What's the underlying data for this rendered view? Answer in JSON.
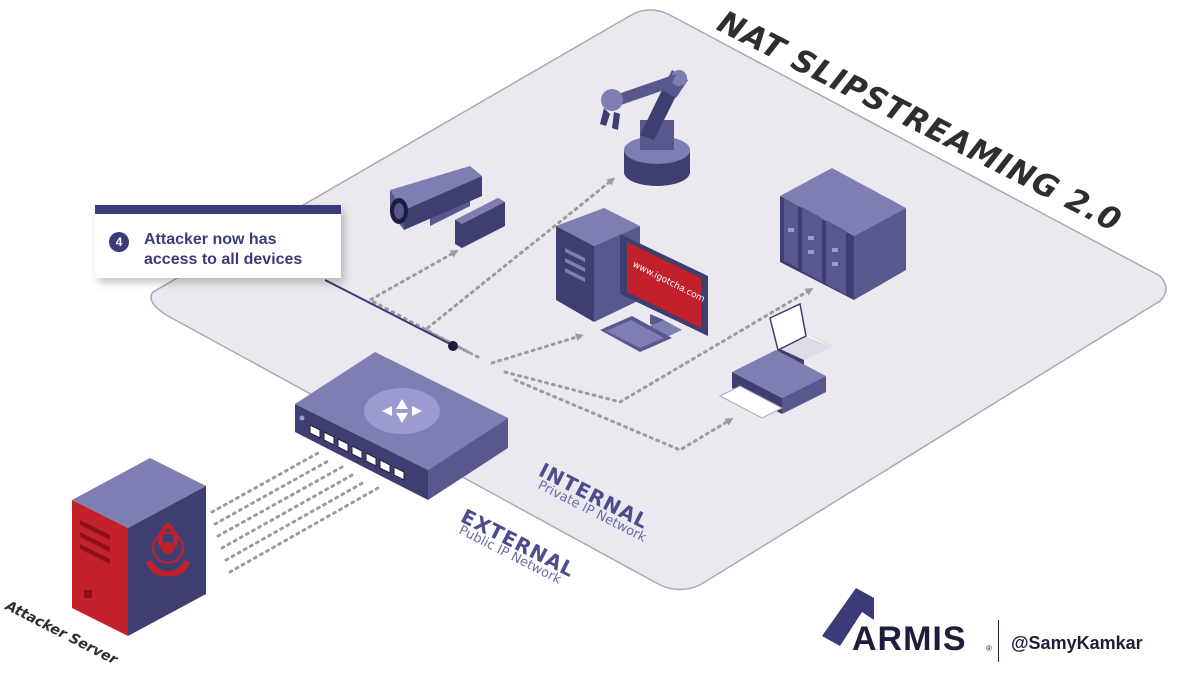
{
  "title": "NAT SLIPSTREAMING 2.0",
  "callout": {
    "number": "4",
    "text": "Attacker now has access to all devices"
  },
  "zones": {
    "internal_title": "INTERNAL",
    "internal_subtitle": "Private IP Network",
    "external_title": "EXTERNAL",
    "external_subtitle": "Public IP Network"
  },
  "attacker_label": "Attacker Server",
  "monitor_text": "www.igotcha.com",
  "brand": {
    "name": "ARMIS",
    "registered": "®",
    "handle": "@SamyKamkar"
  },
  "colors": {
    "platform": "#e9e9ef",
    "platform_edge": "#a9a9b9",
    "device_dark": "#3e3e70",
    "device_mid": "#58588e",
    "device_light": "#7e7eb2",
    "router_top": "#7e7eb2",
    "attacker_red": "#c2202a",
    "connection_dots": "#9c9c9c",
    "label_navy": "#3b3b7a",
    "brand_navy": "#1e1e3c"
  },
  "icons": [
    "security-camera-icon",
    "robot-arm-icon",
    "desktop-computer-icon",
    "server-rack-icon",
    "printer-icon",
    "router-icon",
    "attacker-server-icon",
    "biohazard-icon"
  ]
}
